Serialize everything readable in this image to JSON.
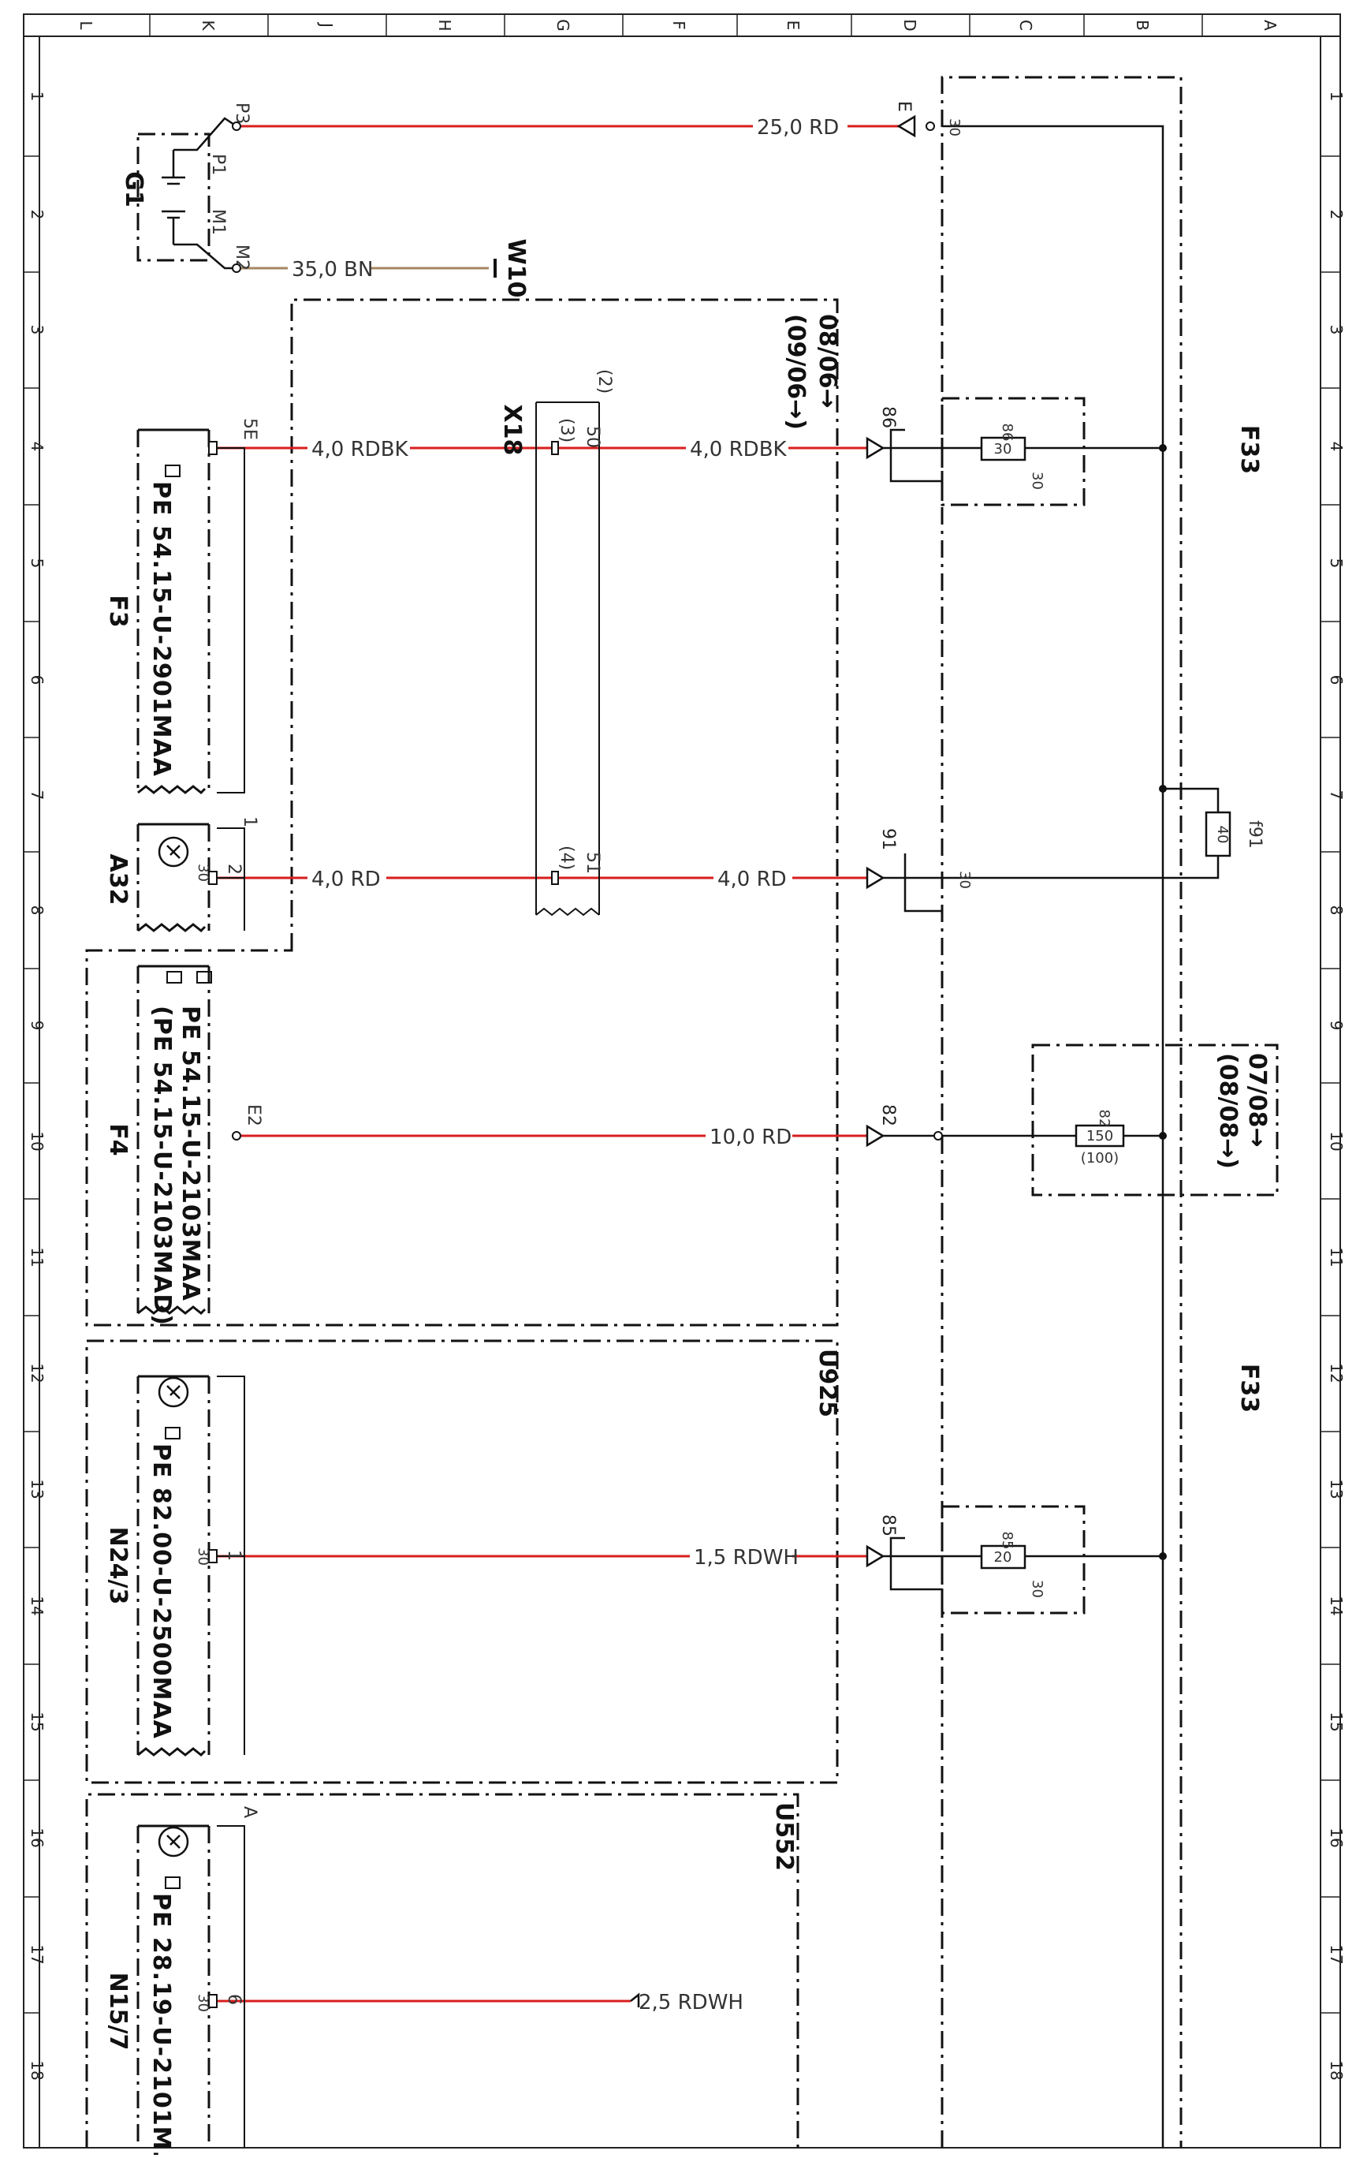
{
  "border": {
    "columns": [
      "L",
      "K",
      "J",
      "H",
      "G",
      "F",
      "E",
      "D",
      "C",
      "B",
      "A"
    ],
    "rows": [
      "1",
      "2",
      "3",
      "4",
      "5",
      "6",
      "7",
      "8",
      "9",
      "10",
      "11",
      "12",
      "13",
      "14",
      "15",
      "16",
      "17",
      "18"
    ]
  },
  "components": {
    "g1": {
      "name": "G1",
      "pins": {
        "p3": "P3",
        "p1": "P1",
        "m1": "M1",
        "m2": "M2"
      }
    },
    "w10": {
      "name": "W10"
    },
    "x18": {
      "name": "X18",
      "pin_top": "50",
      "pin_top_alt": "(3)",
      "pin_bottom": "51",
      "pin_bottom_alt": "(4)",
      "note": "(2)"
    },
    "f3": {
      "name": "F3",
      "code": "PE 54.15-U-2901MAA",
      "pin": "5E"
    },
    "a32": {
      "name": "A32",
      "pin_a": "1",
      "pin_b": "2",
      "pin_c": "30"
    },
    "f4": {
      "name": "F4",
      "code1": "PE 54.15-U-2103MAA",
      "code2": "(PE 54.15-U-2103MAD)",
      "pin": "E2"
    },
    "n24_3": {
      "name": "N24/3",
      "code": "PE 82.00-U-2500MAA",
      "pin_a": "1",
      "pin_b": "30"
    },
    "n15_7": {
      "name": "N15/7",
      "code": "PE 28.19-U-2101M.",
      "pin_a": "A",
      "pin_b": "6",
      "pin_c": "30"
    },
    "f33": {
      "name": "F33"
    },
    "f33b": {
      "name": "F33"
    },
    "u925": {
      "name": "U925"
    },
    "u552": {
      "name": "U552"
    },
    "note1": {
      "line1": "08/06→",
      "line2": "(09/06→)"
    },
    "note2": {
      "line1": "07/08→",
      "line2": "(08/08→)"
    },
    "f91": {
      "name": "f91",
      "value": "40"
    }
  },
  "wires": [
    {
      "label": "25,0 RD",
      "term": "E",
      "pin": "30"
    },
    {
      "label": "35,0 BN"
    },
    {
      "label": "4,0 RDBK",
      "fuse": "86",
      "fval": "30",
      "f30": "30"
    },
    {
      "label": "4,0 RDBK"
    },
    {
      "label": "4,0 RD"
    },
    {
      "label": "4,0 RD",
      "fuse": "91",
      "pin": "30"
    },
    {
      "label": "10,0 RD",
      "fuse": "82",
      "fval": "150",
      "falt": "(100)"
    },
    {
      "label": "1,5 RDWH",
      "fuse": "85",
      "fval": "20",
      "f30": "30"
    },
    {
      "label": "2,5 RDWH"
    }
  ],
  "colors": {
    "red": "#d81e1e",
    "brown": "#a58560",
    "black": "#111111"
  }
}
